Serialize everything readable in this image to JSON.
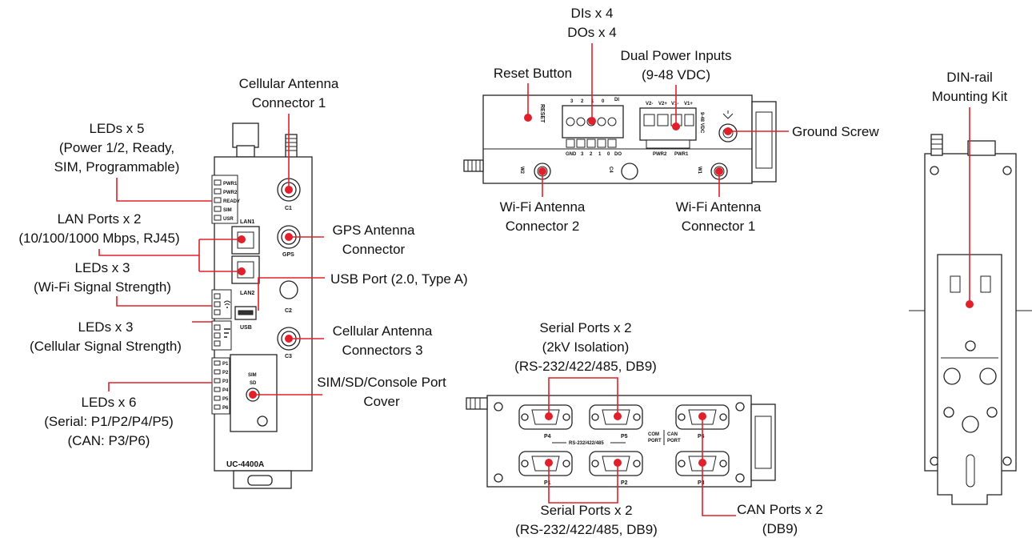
{
  "callouts": {
    "cellular_antenna_1": [
      "Cellular Antenna",
      "Connector 1"
    ],
    "leds_5": [
      "LEDs x 5",
      "(Power 1/2, Ready,",
      "SIM, Programmable)"
    ],
    "lan_ports": [
      "LAN Ports x 2",
      "(10/100/1000 Mbps, RJ45)"
    ],
    "gps_antenna": [
      "GPS Antenna",
      "Connector"
    ],
    "leds_wifi": [
      "LEDs x 3",
      "(Wi-Fi Signal Strength)"
    ],
    "usb_port": [
      "USB Port (2.0, Type A)"
    ],
    "leds_cellular": [
      "LEDs x 3",
      "(Cellular Signal Strength)"
    ],
    "cellular_antenna_3": [
      "Cellular Antenna",
      "Connectors 3"
    ],
    "sim_cover": [
      "SIM/SD/Console Port",
      "Cover"
    ],
    "leds_6": [
      "LEDs x 6",
      "(Serial: P1/P2/P4/P5)",
      "(CAN: P3/P6)"
    ],
    "dio": [
      "DIs x 4",
      "DOs x 4"
    ],
    "reset": [
      "Reset Button"
    ],
    "dual_power": [
      "Dual Power Inputs",
      "(9-48 VDC)"
    ],
    "ground_screw": [
      "Ground Screw"
    ],
    "wifi_antenna_2": [
      "Wi-Fi Antenna",
      "Connector 2"
    ],
    "wifi_antenna_1": [
      "Wi-Fi Antenna",
      "Connector 1"
    ],
    "din_rail": [
      "DIN-rail",
      "Mounting Kit"
    ],
    "serial_top": [
      "Serial Ports x 2",
      "(2kV Isolation)",
      "(RS-232/422/485, DB9)"
    ],
    "serial_bottom": [
      "Serial Ports x 2",
      "(RS-232/422/485, DB9)"
    ],
    "can_ports": [
      "CAN Ports x 2",
      "(DB9)"
    ]
  },
  "device_markings": {
    "model": "UC-4400A",
    "led_labels": [
      "PWR1",
      "PWR2",
      "READY",
      "SIM",
      "USR"
    ],
    "lan1": "LAN1",
    "lan2": "LAN2",
    "usb": "USB",
    "c1": "C1",
    "gps": "GPS",
    "c2": "C2",
    "c3": "C3",
    "port_leds": [
      "P1",
      "P2",
      "P3",
      "P4",
      "P5",
      "P6"
    ],
    "sim": "SIM",
    "sd": "SD",
    "reset": "RESET",
    "w1": "W1",
    "w2": "W2",
    "c4": "C4",
    "vdc": "9-48 VDC",
    "pwr2": "PWR2",
    "pwr1": "PWR1",
    "di": "DI",
    "do": "DO",
    "gnd": "GND",
    "power_pins": [
      "V2-",
      "V2+",
      "V1-",
      "V1+"
    ],
    "dio_pins_top": [
      "3",
      "2",
      "1",
      "0"
    ],
    "dio_pins_bottom": [
      "3",
      "2",
      "1",
      "0"
    ],
    "serial_p4": "P4",
    "serial_p5": "P5",
    "serial_p6": "P6",
    "serial_p1": "P1",
    "serial_p2": "P2",
    "serial_p3": "P3",
    "rs_label": "RS-232/422/485",
    "com_port": [
      "COM",
      "PORT"
    ],
    "can_port": [
      "CAN",
      "PORT"
    ]
  },
  "colors": {
    "accent": "#e0202a",
    "outline": "#222222"
  }
}
